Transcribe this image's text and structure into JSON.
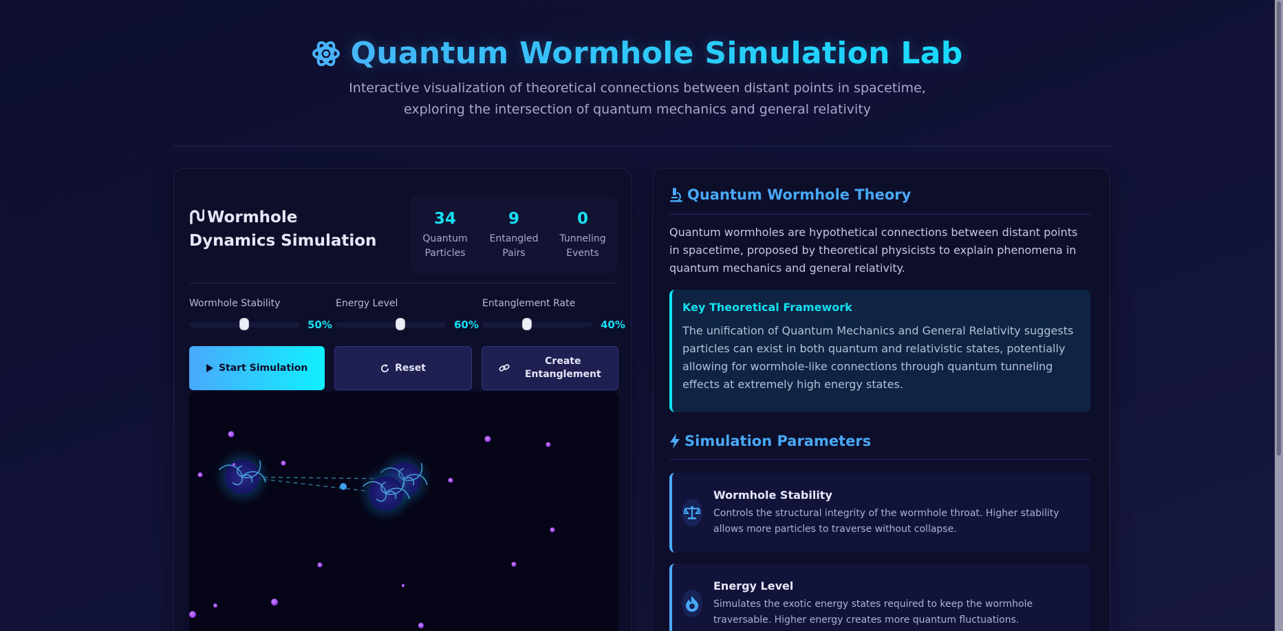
{
  "header": {
    "icon": "atom-icon",
    "title": "Quantum Wormhole Simulation Lab",
    "subtitle_line1": "Interactive visualization of theoretical connections between distant points in spacetime,",
    "subtitle_line2": "exploring the intersection of quantum mechanics and general relativity"
  },
  "simulation": {
    "icon": "wormhole-icon",
    "title": "Wormhole Dynamics Simulation",
    "stats": [
      {
        "value": "34",
        "label_line1": "Quantum",
        "label_line2": "Particles"
      },
      {
        "value": "9",
        "label_line1": "Entangled",
        "label_line2": "Pairs"
      },
      {
        "value": "0",
        "label_line1": "Tunneling",
        "label_line2": "Events"
      }
    ],
    "controls": [
      {
        "label": "Wormhole Stability",
        "value": "50%",
        "percent": 50
      },
      {
        "label": "Energy Level",
        "value": "60%",
        "percent": 60
      },
      {
        "label": "Entanglement Rate",
        "value": "40%",
        "percent": 40
      }
    ],
    "buttons": {
      "start": {
        "label": "Start Simulation",
        "icon": "play-icon"
      },
      "reset": {
        "label": "Reset",
        "icon": "refresh-icon"
      },
      "entangle": {
        "label_line1": "Create",
        "label_line2": "Entanglement",
        "icon": "link-icon"
      }
    }
  },
  "theory": {
    "icon": "microscope-icon",
    "title": "Quantum Wormhole Theory",
    "text": "Quantum wormholes are hypothetical connections between distant points in spacetime, proposed by theoretical physicists to explain phenomena in quantum mechanics and general relativity.",
    "framework": {
      "title": "Key Theoretical Framework",
      "text": "The unification of Quantum Mechanics and General Relativity suggests particles can exist in both quantum and relativistic states, potentially allowing for wormhole-like connections through quantum tunneling effects at extremely high energy states."
    }
  },
  "parameters": {
    "icon": "bolt-icon",
    "title": "Simulation Parameters",
    "items": [
      {
        "icon": "balance-scale-icon",
        "title": "Wormhole Stability",
        "desc": "Controls the structural integrity of the wormhole throat. Higher stability allows more particles to traverse without collapse."
      },
      {
        "icon": "fire-icon",
        "title": "Energy Level",
        "desc": "Simulates the exotic energy states required to keep the wormhole traversable. Higher energy creates more quantum fluctuations."
      }
    ]
  },
  "colors": {
    "accent_cyan": "#14e0f2",
    "accent_blue": "#49a8f5",
    "background": "#0e0f2e",
    "panel": "#0d0e2a",
    "particle": "#a855f7"
  }
}
